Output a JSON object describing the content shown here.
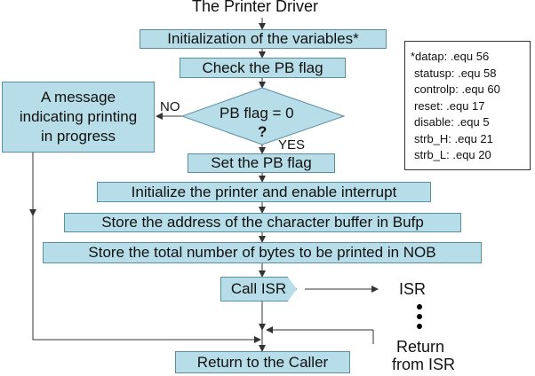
{
  "title": "The Printer Driver",
  "steps": {
    "init_vars": "Initialization of the variables*",
    "check_pb": "Check the PB flag",
    "decision": "PB flag = 0",
    "decision_q": "?",
    "set_pb": "Set the PB flag",
    "init_printer": "Initialize the printer and enable interrupt",
    "store_addr": "Store the address of the character buffer in Bufp",
    "store_bytes": "Store the total number of bytes to be printed in NOB",
    "call_isr": "Call ISR",
    "return_caller": "Return to the Caller"
  },
  "message_box": {
    "line1": "A message",
    "line2": "indicating printing",
    "line3": "in progress"
  },
  "labels": {
    "no": "NO",
    "yes": "YES",
    "isr": "ISR",
    "return_line1": "Return",
    "return_line2": "from ISR"
  },
  "equates": [
    "*datap: .equ 56",
    "statusp: .equ 58",
    "controlp: .equ 60",
    "reset: .equ 17",
    "disable: .equ 5",
    "strb_H: .equ 21",
    "strb_L: .equ 20"
  ],
  "colors": {
    "box_fill": "#b7dde8",
    "box_border": "#5a8fa0",
    "diamond_fill": "#b7dde8",
    "line": "#333333"
  }
}
